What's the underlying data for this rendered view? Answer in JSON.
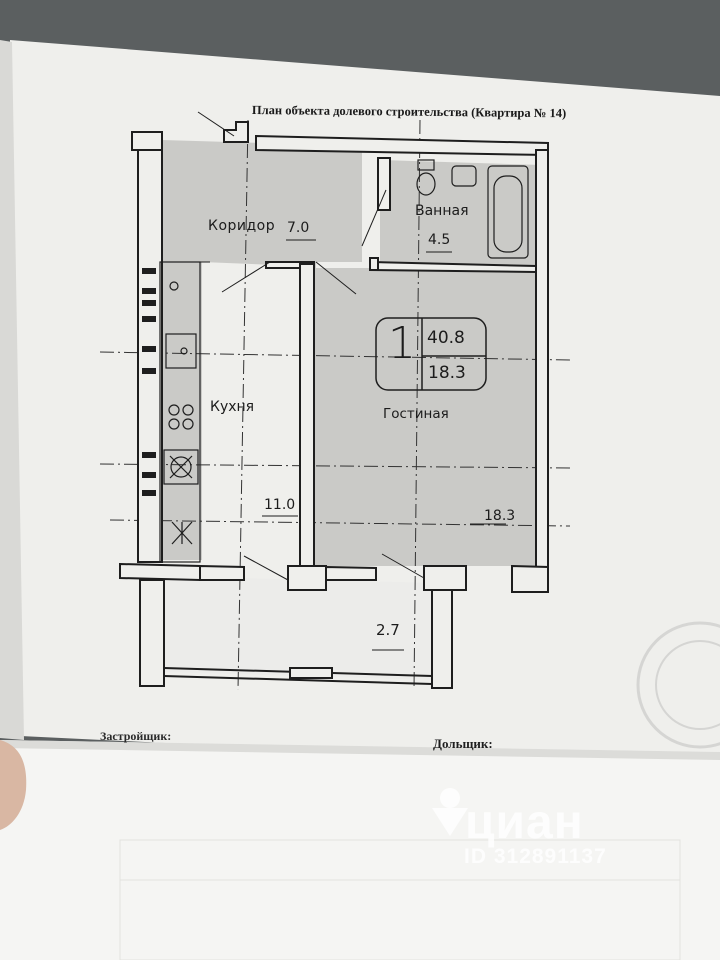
{
  "document": {
    "title": "План объекта долевого строительства (Квартира № 14)",
    "signature_developer": "Застройщик:",
    "signature_shareholder": "Дольщик:"
  },
  "rooms": {
    "corridor": {
      "name": "Коридор",
      "area": "7.0"
    },
    "bathroom": {
      "name": "Ванная",
      "area": "4.5"
    },
    "kitchen": {
      "name": "Кухня",
      "area": "11.0"
    },
    "living": {
      "name": "Гостиная",
      "area": "18.3"
    },
    "balcony": {
      "area": "2.7"
    }
  },
  "apartment_box": {
    "rooms": "1",
    "total_area": "40.8",
    "living_area": "18.3"
  },
  "watermark": {
    "brand": "циан",
    "id_text": "ID 312891137"
  },
  "colors": {
    "paper": "#f1f1ee",
    "floor_fill": "#c9c9c6",
    "wall": "#1e1e1e",
    "background": "#5b5f60"
  }
}
